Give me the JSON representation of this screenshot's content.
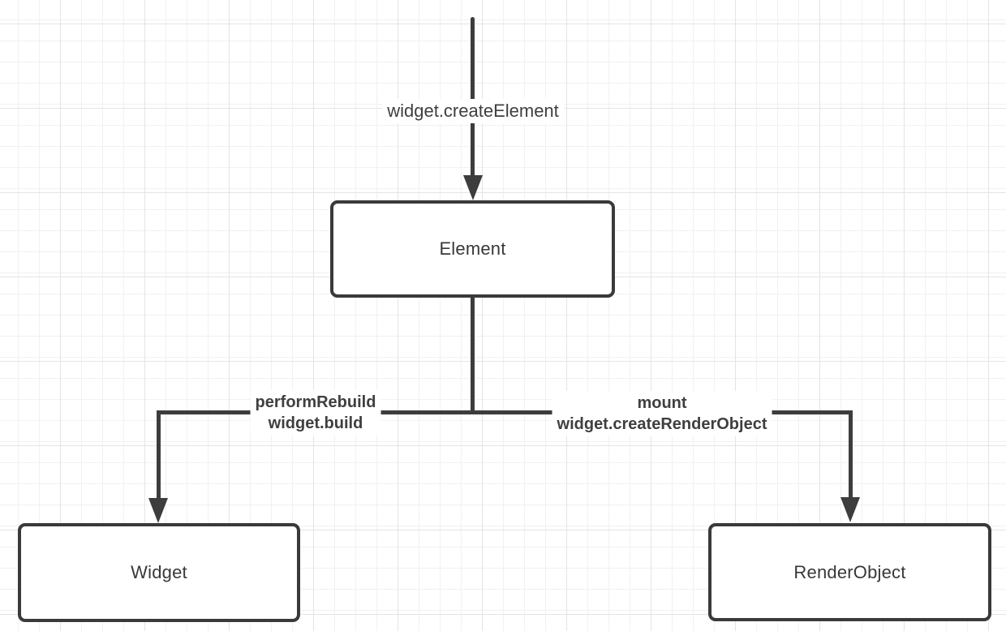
{
  "diagram": {
    "nodes": [
      {
        "id": "element",
        "label": "Element"
      },
      {
        "id": "widget",
        "label": "Widget"
      },
      {
        "id": "renderobject",
        "label": "RenderObject"
      }
    ],
    "edges": [
      {
        "from": "top",
        "to": "element",
        "lines": [
          "widget.createElement"
        ]
      },
      {
        "from": "element",
        "to": "widget",
        "lines": [
          "performRebuild",
          "widget.build"
        ]
      },
      {
        "from": "element",
        "to": "renderobject",
        "lines": [
          "mount",
          "widget.createRenderObject"
        ]
      }
    ],
    "colors": {
      "line": "#3d3d3d",
      "node_border": "#3a3a3a",
      "node_fill": "#ffffff",
      "text": "#3f3f3f",
      "grid_minor": "#f1f1f1",
      "grid_major": "#e4e4e4",
      "background": "#ffffff"
    }
  }
}
